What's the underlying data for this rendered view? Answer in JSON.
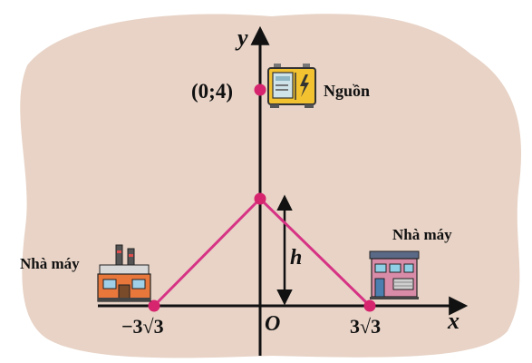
{
  "labels": {
    "axis_x": "x",
    "axis_y": "y",
    "origin": "O",
    "height": "h",
    "source_point": "(0;4)",
    "source_name": "Nguồn",
    "factory_left": "Nhà máy",
    "factory_right": "Nhà máy",
    "tick_left": "−3√3",
    "tick_right": "3√3"
  },
  "colors": {
    "blob": "#e8d3c6",
    "line": "#d63384",
    "point": "#d6246e",
    "axis": "#111111"
  },
  "icons": [
    "generator-icon",
    "factory-icon",
    "house-icon"
  ]
}
